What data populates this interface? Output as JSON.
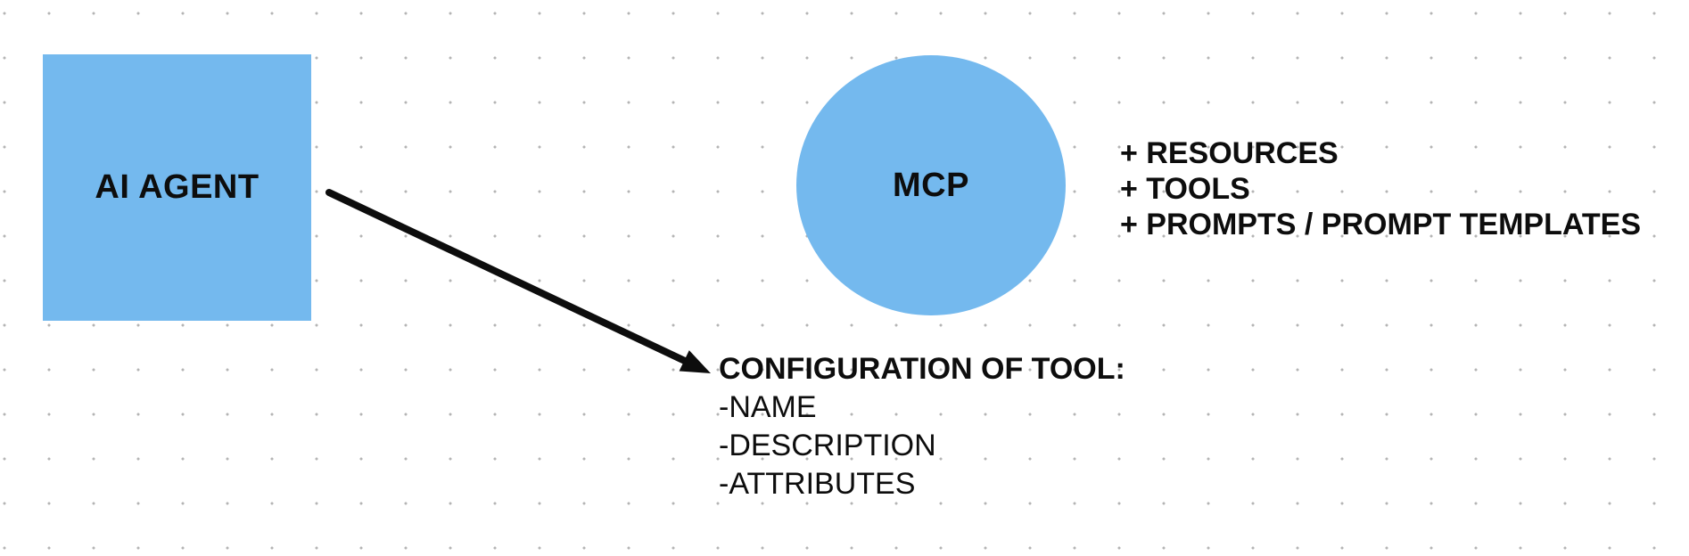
{
  "canvas": {
    "background_color": "#ffffff",
    "grid_dot_color": "#b4b4b4",
    "shape_fill_color": "#74b9ee",
    "text_color": "#0d0d0d"
  },
  "diagram": {
    "agent_box": {
      "label": "AI AGENT"
    },
    "mcp_circle": {
      "label": "MCP"
    },
    "arrow": {
      "from": "ai-agent-shape",
      "to": "tool-config-text"
    },
    "mcp_features": {
      "items": [
        "+ RESOURCES",
        "+ TOOLS",
        "+ PROMPTS / PROMPT TEMPLATES"
      ]
    },
    "tool_config": {
      "title": "CONFIGURATION OF TOOL:",
      "items": [
        "-NAME",
        "-DESCRIPTION",
        "-ATTRIBUTES"
      ]
    }
  }
}
